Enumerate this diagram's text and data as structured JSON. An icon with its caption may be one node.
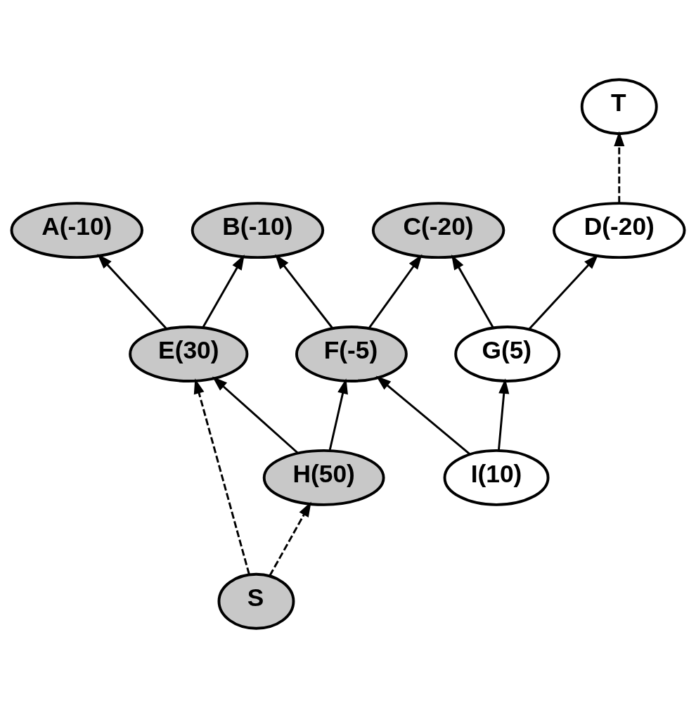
{
  "diagram": {
    "nodes": [
      {
        "text": [
          "T"
        ]
      },
      {
        "text": [
          "A(-10)"
        ]
      },
      {
        "text": [
          "B(-10)"
        ]
      },
      {
        "text": [
          "C(-20)"
        ]
      },
      {
        "text": [
          "D(-20)"
        ]
      },
      {
        "text": [
          "E(30)"
        ]
      },
      {
        "text": [
          "F(-5)"
        ]
      },
      {
        "text": [
          "G(5)"
        ]
      },
      {
        "text": [
          "H(50)"
        ]
      },
      {
        "text": [
          "I(10)"
        ]
      },
      {
        "text": [
          "S"
        ]
      }
    ],
    "edges": [
      {
        "from": 4,
        "to": 0,
        "arrow": "to",
        "style": "dashed"
      },
      {
        "from": 5,
        "to": 1,
        "arrow": "to"
      },
      {
        "from": 5,
        "to": 2,
        "arrow": "to"
      },
      {
        "from": 6,
        "to": 2,
        "arrow": "to"
      },
      {
        "from": 6,
        "to": 3,
        "arrow": "to"
      },
      {
        "from": 7,
        "to": 3,
        "arrow": "to"
      },
      {
        "from": 7,
        "to": 4,
        "arrow": "to"
      },
      {
        "from": 8,
        "to": 5,
        "arrow": "to"
      },
      {
        "from": 8,
        "to": 6,
        "arrow": "to"
      },
      {
        "from": 9,
        "to": 6,
        "arrow": "to"
      },
      {
        "from": 9,
        "to": 7,
        "arrow": "to"
      },
      {
        "from": 10,
        "to": 8,
        "arrow": "to",
        "style": "dashed"
      },
      {
        "from": 10,
        "to": 5,
        "arrow": "to",
        "style": "dashed"
      }
    ]
  }
}
